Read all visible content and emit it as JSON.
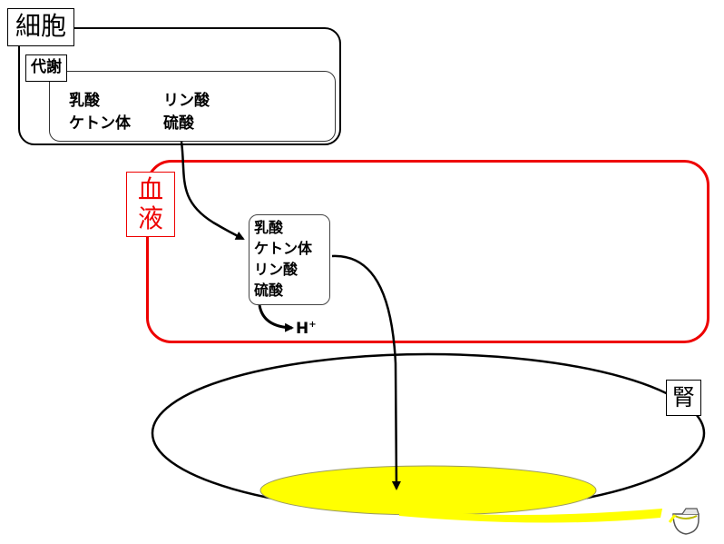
{
  "cell": {
    "title": "細胞",
    "metabolism": {
      "title": "代謝",
      "items": [
        "乳酸",
        "リン酸",
        "ケトン体",
        "硫酸"
      ]
    }
  },
  "blood": {
    "title": "血液",
    "items": [
      "乳酸",
      "ケトン体",
      "リン酸",
      "硫酸"
    ],
    "ion": "H",
    "ion_charge": "+"
  },
  "kidney": {
    "title": "腎"
  },
  "colors": {
    "blood": "#ee0000",
    "urine": "#ffff00",
    "outline": "#000000"
  }
}
